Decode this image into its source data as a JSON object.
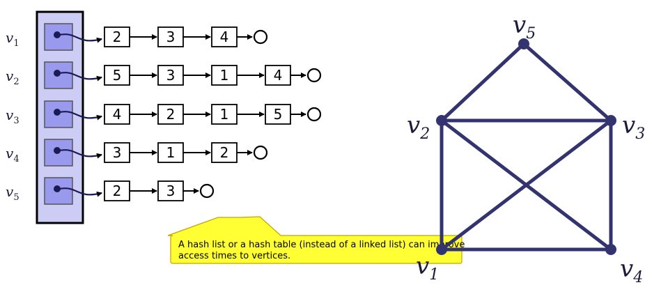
{
  "adjacency_list": {
    "rows": [
      {
        "vertex_label": "v",
        "vertex_sub": "1",
        "neighbors": [
          "2",
          "3",
          "4"
        ]
      },
      {
        "vertex_label": "v",
        "vertex_sub": "2",
        "neighbors": [
          "5",
          "3",
          "1",
          "4"
        ]
      },
      {
        "vertex_label": "v",
        "vertex_sub": "3",
        "neighbors": [
          "4",
          "2",
          "1",
          "5"
        ]
      },
      {
        "vertex_label": "v",
        "vertex_sub": "4",
        "neighbors": [
          "3",
          "1",
          "2"
        ]
      },
      {
        "vertex_label": "v",
        "vertex_sub": "5",
        "neighbors": [
          "2",
          "3"
        ]
      }
    ]
  },
  "callout": {
    "line1": "A hash list or a hash table (instead of a linked list) can improve",
    "line2": "access times to vertices."
  },
  "graph": {
    "vertices": [
      {
        "id": "v1",
        "label": "v",
        "sub": "1"
      },
      {
        "id": "v2",
        "label": "v",
        "sub": "2"
      },
      {
        "id": "v3",
        "label": "v",
        "sub": "3"
      },
      {
        "id": "v4",
        "label": "v",
        "sub": "4"
      },
      {
        "id": "v5",
        "label": "v",
        "sub": "5"
      }
    ],
    "edges": [
      [
        "v1",
        "v2"
      ],
      [
        "v1",
        "v3"
      ],
      [
        "v1",
        "v4"
      ],
      [
        "v2",
        "v3"
      ],
      [
        "v2",
        "v4"
      ],
      [
        "v2",
        "v5"
      ],
      [
        "v3",
        "v4"
      ],
      [
        "v3",
        "v5"
      ]
    ]
  },
  "colors": {
    "cell_fill": "#9999ee",
    "array_fill": "#ccccf5",
    "edge_color": "#333370",
    "callout_fill": "#ffff33"
  }
}
